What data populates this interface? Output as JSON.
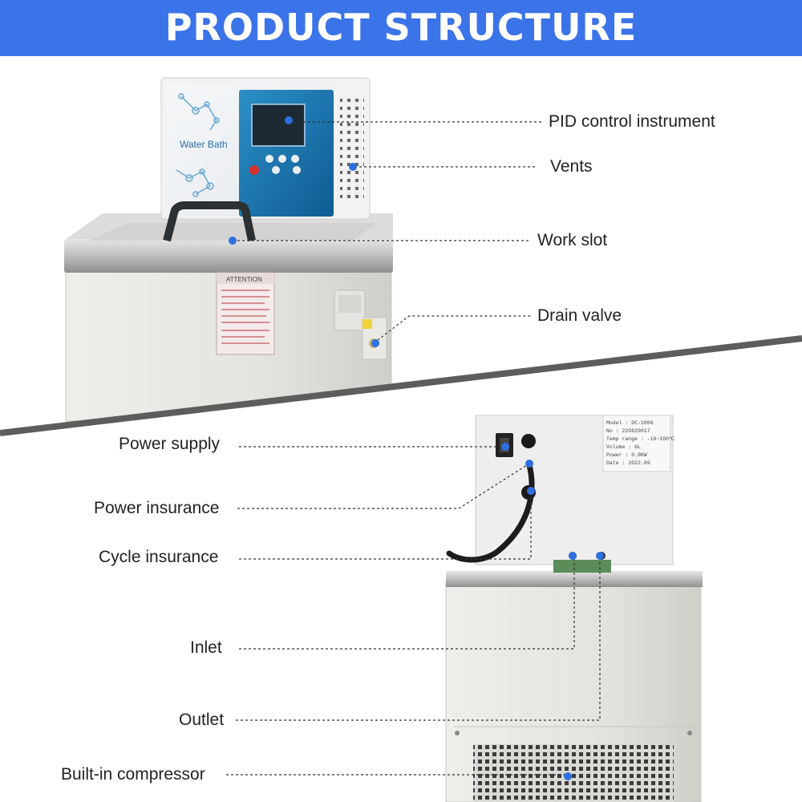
{
  "banner": {
    "title": "PRODUCT STRUCTURE",
    "color": "#3b73e8"
  },
  "device_top": {
    "panel_brand": "Water Bath",
    "warning_label": "ATTENTION"
  },
  "callouts_top": [
    {
      "id": "pid",
      "label": "PID control instrument"
    },
    {
      "id": "vents",
      "label": "Vents"
    },
    {
      "id": "work-slot",
      "label": "Work slot"
    },
    {
      "id": "drain-valve",
      "label": "Drain valve"
    }
  ],
  "callouts_bottom": [
    {
      "id": "power-supply",
      "label": "Power supply"
    },
    {
      "id": "power-insurance",
      "label": "Power insurance"
    },
    {
      "id": "cycle-insurance",
      "label": "Cycle insurance"
    },
    {
      "id": "inlet",
      "label": "Inlet"
    },
    {
      "id": "outlet",
      "label": "Outlet"
    },
    {
      "id": "compressor",
      "label": "Built-in compressor"
    }
  ],
  "nameplate": {
    "lines": [
      "Model : DC-1006",
      "No : 220829017",
      "Temp range : -10~100℃",
      "Volume : 6L",
      "Power : 0.9KW",
      "Date : 2022.09"
    ]
  },
  "colors": {
    "marker": "#2f6fe0",
    "divider": "#555555"
  }
}
